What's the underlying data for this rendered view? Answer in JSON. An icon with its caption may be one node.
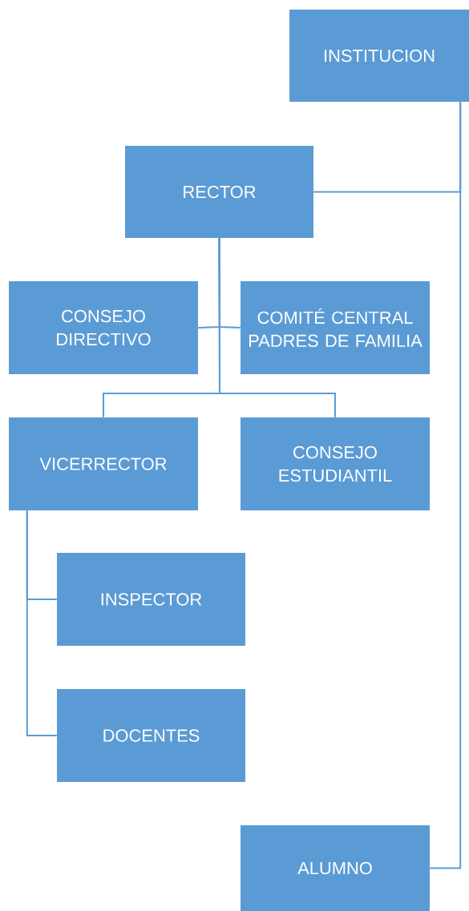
{
  "diagram": {
    "nodes": [
      {
        "text": [
          "INSTITUCION"
        ]
      },
      {
        "text": [
          "RECTOR"
        ]
      },
      {
        "text": [
          "CONSEJO DIRECTIVO"
        ]
      },
      {
        "text": [
          "COMITÉ CENTRAL PADRES DE FAMILIA"
        ]
      },
      {
        "text": [
          "VICERRECTOR"
        ]
      },
      {
        "text": [
          "CONSEJO ESTUDIANTIL"
        ]
      },
      {
        "text": [
          "INSPECTOR"
        ]
      },
      {
        "text": [
          "DOCENTES"
        ]
      },
      {
        "text": [
          "ALUMNO"
        ]
      }
    ],
    "edges": [
      {
        "from": 0,
        "to": 1,
        "arrow": "none"
      },
      {
        "from": 0,
        "to": 8,
        "arrow": "none"
      },
      {
        "from": 1,
        "to": 2,
        "arrow": "none"
      },
      {
        "from": 1,
        "to": 3,
        "arrow": "none"
      },
      {
        "from": 1,
        "to": 4,
        "arrow": "none"
      },
      {
        "from": 1,
        "to": 5,
        "arrow": "none"
      },
      {
        "from": 4,
        "to": 6,
        "arrow": "none"
      },
      {
        "from": 4,
        "to": 7,
        "arrow": "none"
      }
    ]
  }
}
